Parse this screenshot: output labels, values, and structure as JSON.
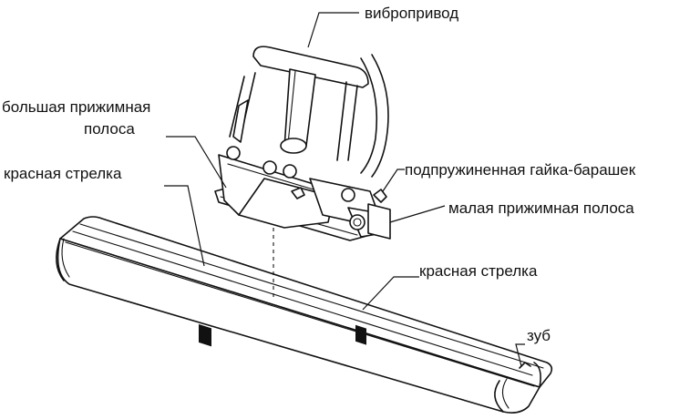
{
  "labels": {
    "vibrodrive": "вибропривод",
    "large_clamp_line1": "большая прижимная",
    "large_clamp_line2": "полоса",
    "red_arrow_left": "красная стрелка",
    "spring_wing_nut": "подпружиненная гайка-барашек",
    "small_clamp": "малая прижимная полоса",
    "red_arrow_right": "красная стрелка",
    "tooth": "зуб"
  }
}
